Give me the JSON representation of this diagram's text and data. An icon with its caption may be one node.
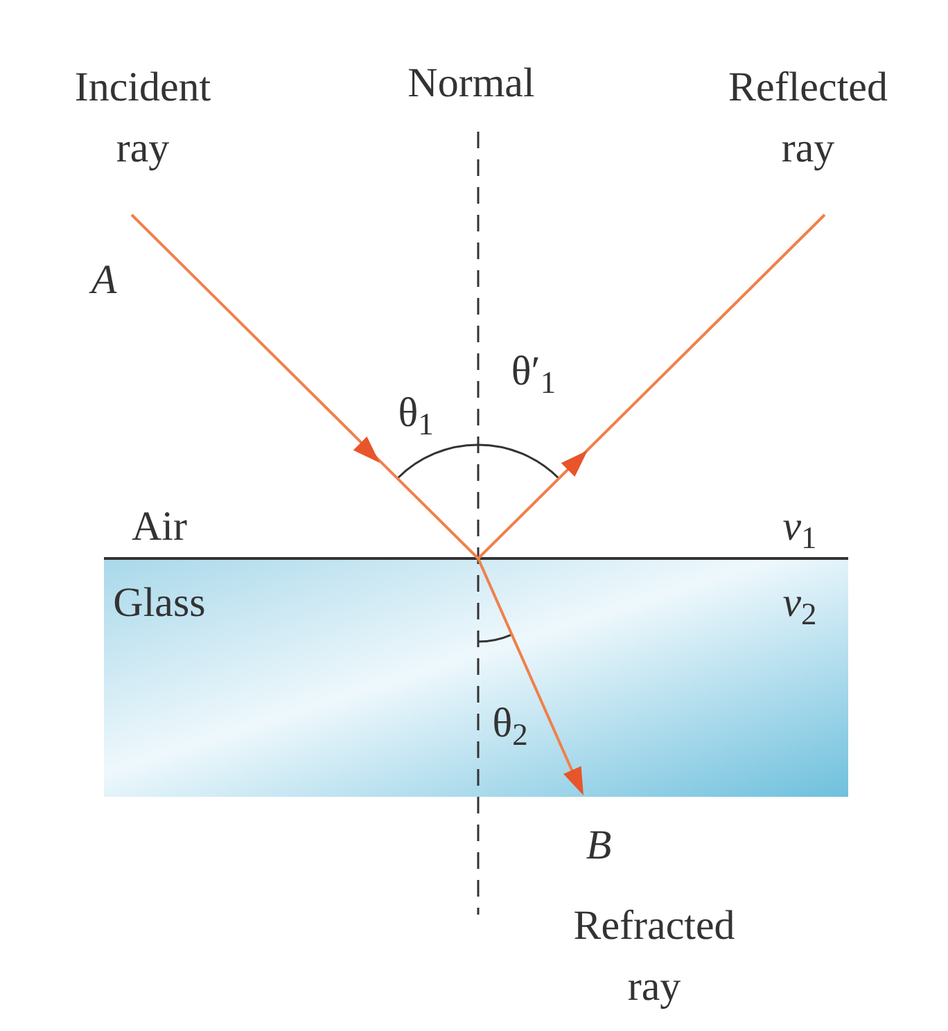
{
  "diagram": {
    "labels": [
      "Incident ray",
      "Normal",
      "Reflected ray",
      "*A*",
      "θ$_{1}$",
      "θ′$_{1}$",
      "Air",
      "*v*$_{1}$",
      "Glass",
      "*v*$_{2}$",
      "θ$_{2}$",
      "*B*",
      "Refracted ray"
    ]
  }
}
